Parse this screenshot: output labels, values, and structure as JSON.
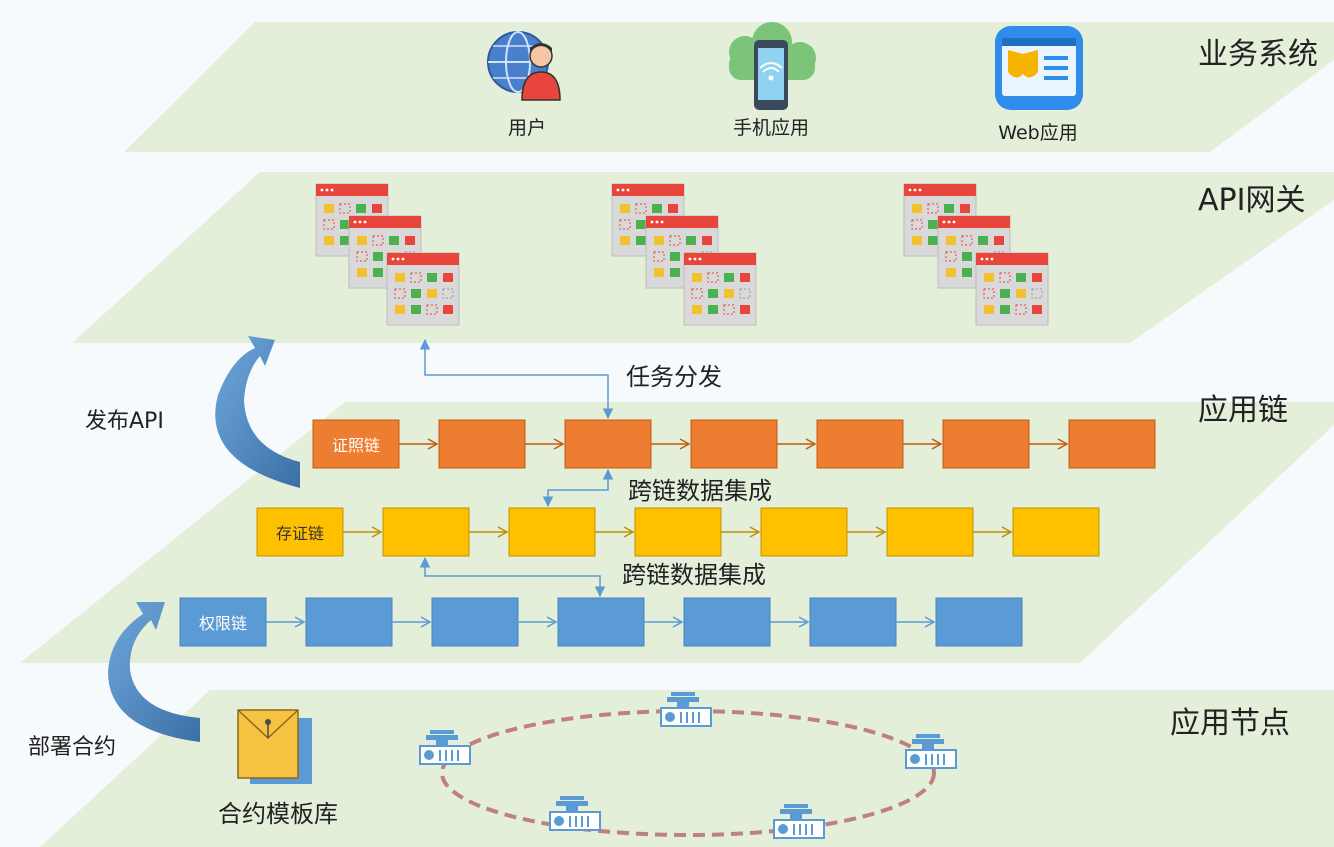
{
  "layers": {
    "business": "业务系统",
    "gateway": "API网关",
    "appchain": "应用链",
    "nodes": "应用节点"
  },
  "business_apps": [
    {
      "label": "用户",
      "icon": "user-globe-icon"
    },
    {
      "label": "手机应用",
      "icon": "mobile-cloud-icon"
    },
    {
      "label": "Web应用",
      "icon": "web-shield-icon"
    }
  ],
  "chains": [
    {
      "label": "证照链",
      "color": "#ed7d31",
      "border": "#c55a11",
      "text_color": "#ffffff",
      "arrow": "#c55a11",
      "blocks": 6
    },
    {
      "label": "存证链",
      "color": "#ffc000",
      "border": "#bf9000",
      "text_color": "#333333",
      "arrow": "#bf9000",
      "blocks": 6
    },
    {
      "label": "权限链",
      "color": "#5b9bd5",
      "border": "#4a86c1",
      "text_color": "#ffffff",
      "arrow": "#5b9bd5",
      "blocks": 6
    }
  ],
  "annotations": {
    "task_dispatch": "任务分发",
    "cross_chain_1": "跨链数据集成",
    "cross_chain_2": "跨链数据集成",
    "publish_api": "发布API",
    "deploy_contract": "部署合约",
    "contract_library": "合约模板库"
  },
  "colors": {
    "plane": "#e3efd9",
    "gateway_header": "#e8453c",
    "connector": "#5b9bd5",
    "ring": "#c08080",
    "big_arrow": "#4a86c1"
  }
}
